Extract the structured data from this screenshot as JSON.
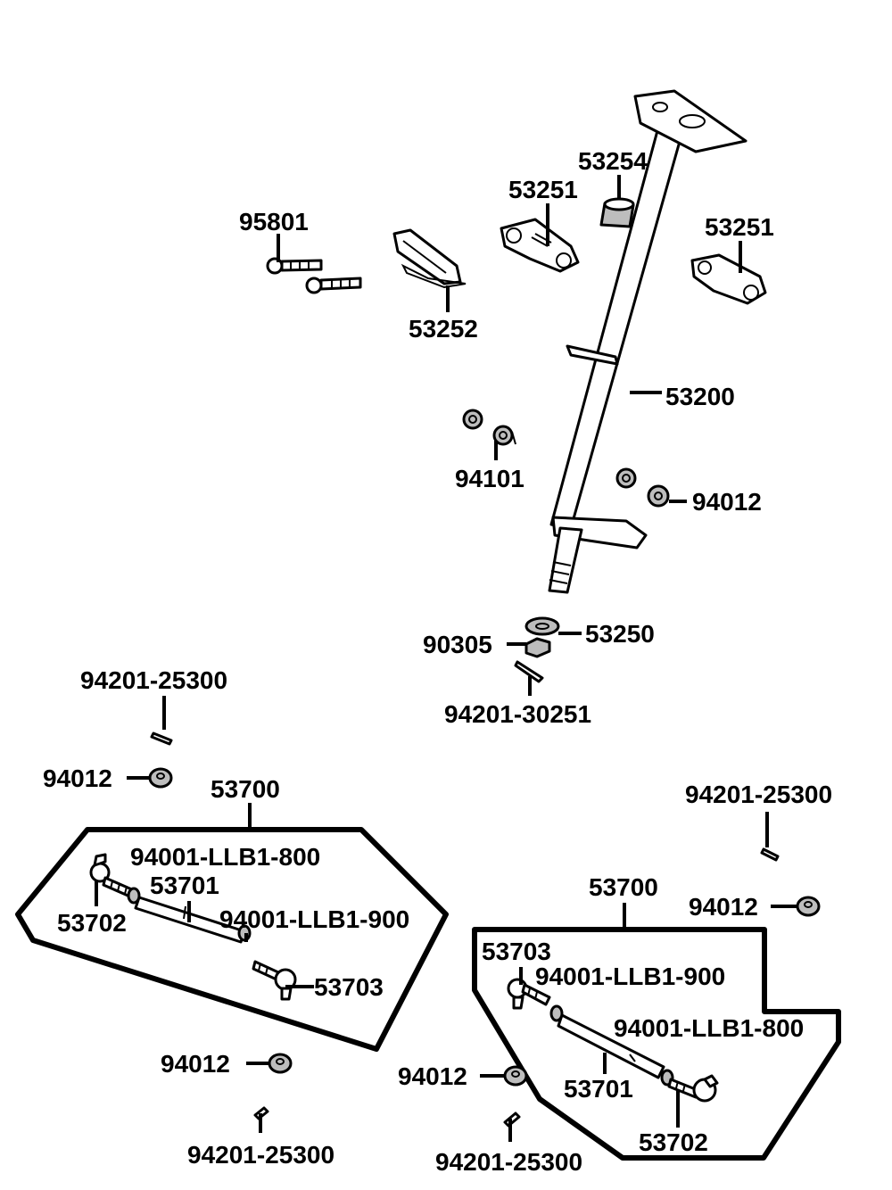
{
  "labels": {
    "p53254": "53254",
    "p53251_center": "53251",
    "p95801": "95801",
    "p53251_right": "53251",
    "p53252": "53252",
    "p53200": "53200",
    "p94101": "94101",
    "p94012_steering": "94012",
    "p53250": "53250",
    "p90305": "90305",
    "p94201_30251": "94201-30251",
    "p94201_25300_left_top": "94201-25300",
    "p94012_left_top": "94012",
    "p53700_left": "53700",
    "p94001_800_left": "94001-LLB1-800",
    "p53701_left": "53701",
    "p53702_left": "53702",
    "p94001_900_left": "94001-LLB1-900",
    "p53703_left": "53703",
    "p94012_left_bottom": "94012",
    "p94201_25300_left_bottom": "94201-25300",
    "p94201_25300_right_top": "94201-25300",
    "p53700_right": "53700",
    "p94012_right_top": "94012",
    "p53703_right": "53703",
    "p94001_900_right": "94001-LLB1-900",
    "p94001_800_right": "94001-LLB1-800",
    "p94012_right_bottom": "94012",
    "p53701_right": "53701",
    "p53702_right": "53702",
    "p94201_25300_right_bottom": "94201-25300"
  }
}
